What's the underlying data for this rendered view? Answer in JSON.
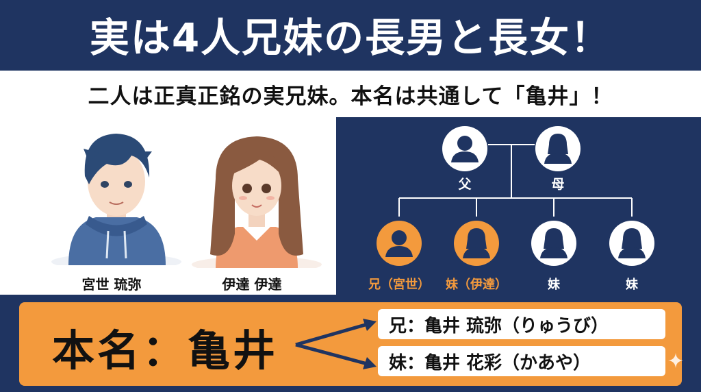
{
  "title": "実は4人兄妹の長男と長女！",
  "subtitle": "二人は正真正銘の実兄妹。本名は共通して「亀井」！",
  "portraits": [
    {
      "caption": "宮世 琉弥"
    },
    {
      "caption": "伊達 伊達"
    }
  ],
  "family_tree": {
    "parents": [
      {
        "label": "父"
      },
      {
        "label": "母"
      }
    ],
    "children": [
      {
        "label": "兄（宮世）",
        "highlight": true
      },
      {
        "label": "妹（伊達）",
        "highlight": true
      },
      {
        "label": "妹",
        "highlight": false
      },
      {
        "label": "妹",
        "highlight": false
      }
    ]
  },
  "real_name": "本名：亀井",
  "names": [
    {
      "text": "兄：亀井 琉弥（りゅうび）"
    },
    {
      "text": "妹：亀井 花彩（かあや）"
    }
  ],
  "colors": {
    "navy": "#1f3461",
    "orange": "#f39a3d",
    "white": "#ffffff"
  }
}
